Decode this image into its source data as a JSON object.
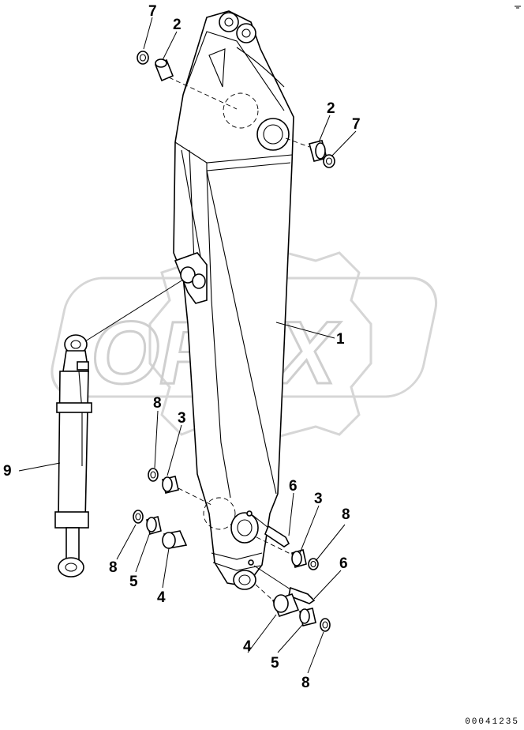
{
  "watermark": {
    "text": "OPEX"
  },
  "diagram_code": "00041235",
  "callouts": [
    {
      "id": "c-7-top",
      "text": "7"
    },
    {
      "id": "c-2-top",
      "text": "2"
    },
    {
      "id": "c-2-right",
      "text": "2"
    },
    {
      "id": "c-7-right",
      "text": "7"
    },
    {
      "id": "c-1",
      "text": "1"
    },
    {
      "id": "c-8-left-upper",
      "text": "8"
    },
    {
      "id": "c-3-left",
      "text": "3"
    },
    {
      "id": "c-9",
      "text": "9"
    },
    {
      "id": "c-6-upper",
      "text": "6"
    },
    {
      "id": "c-3-right",
      "text": "3"
    },
    {
      "id": "c-8-right-upper",
      "text": "8"
    },
    {
      "id": "c-8-left-lower",
      "text": "8"
    },
    {
      "id": "c-5-left",
      "text": "5"
    },
    {
      "id": "c-4-left",
      "text": "4"
    },
    {
      "id": "c-6-lower",
      "text": "6"
    },
    {
      "id": "c-4-bottom",
      "text": "4"
    },
    {
      "id": "c-5-bottom",
      "text": "5"
    },
    {
      "id": "c-8-bottom",
      "text": "8"
    }
  ]
}
